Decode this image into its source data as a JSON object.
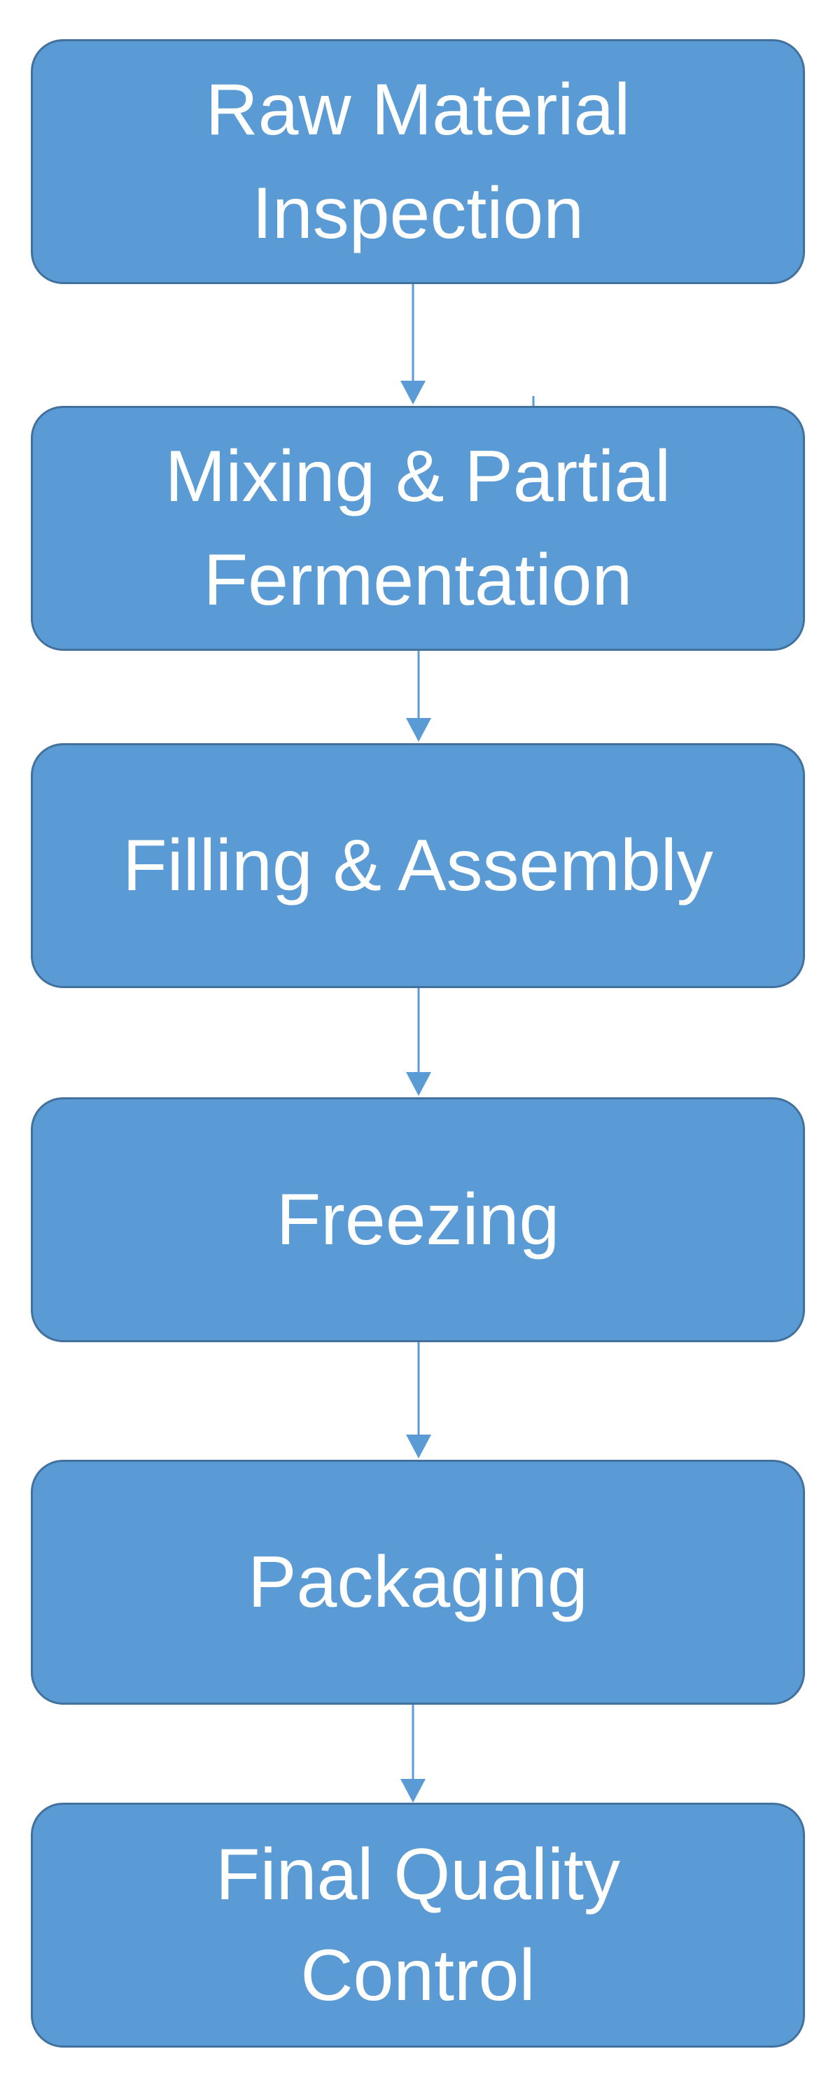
{
  "colors": {
    "box_fill": "#5b9bd5",
    "box_border": "#41719c",
    "box_text": "#ffffff",
    "arrow": "#5b9bd5"
  },
  "flowchart": {
    "steps": [
      {
        "label": "Raw Material\nInspection"
      },
      {
        "label": "Mixing & Partial\nFermentation"
      },
      {
        "label": "Filling & Assembly"
      },
      {
        "label": "Freezing"
      },
      {
        "label": "Packaging"
      },
      {
        "label": "Final Quality\nControl"
      }
    ],
    "direction": "top-to-bottom",
    "connector_icon": "down-arrow-icon"
  }
}
